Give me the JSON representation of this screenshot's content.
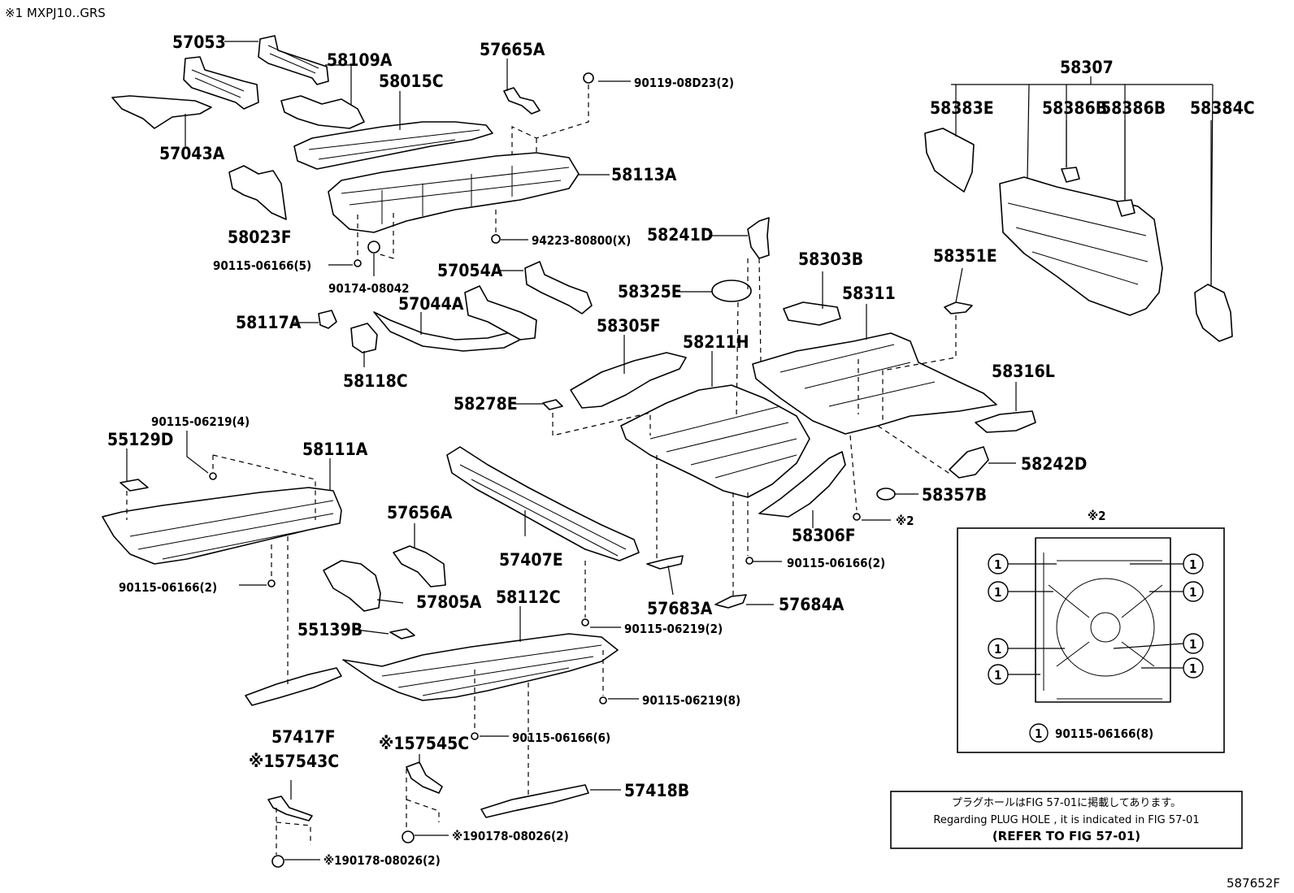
{
  "header": {
    "note": "※1 MXPJ10..GRS"
  },
  "footer": {
    "figure_code": "587652F"
  },
  "parts": {
    "p57053": "57053",
    "p58109A": "58109A",
    "p58015C": "58015C",
    "p57665A": "57665A",
    "p90119_08D23": "90119-08D23(2)",
    "p57043A": "57043A",
    "p58113A": "58113A",
    "p58023F": "58023F",
    "p94223": "94223-80800(X)",
    "p90115_06166_5": "90115-06166(5)",
    "p90174": "90174-08042",
    "p57054A": "57054A",
    "p57044A": "57044A",
    "p58117A": "58117A",
    "p58118C": "58118C",
    "p58241D": "58241D",
    "p58325E": "58325E",
    "p58303B": "58303B",
    "p58311": "58311",
    "p58351E": "58351E",
    "p58305F": "58305F",
    "p58211H": "58211H",
    "p58278E": "58278E",
    "p58316L": "58316L",
    "p58307": "58307",
    "p58383E": "58383E",
    "p58386B_1": "58386B",
    "p58386B_2": "58386B",
    "p58384C": "58384C",
    "p90115_06219_4": "90115-06219(4)",
    "p55129D": "55129D",
    "p58111A": "58111A",
    "p57656A": "57656A",
    "p58242D": "58242D",
    "p58357B": "58357B",
    "p57407E": "57407E",
    "p58306F": "58306F",
    "p90115_06166_2a": "90115-06166(2)",
    "p90115_06166_2b": "90115-06166(2)",
    "p57805A": "57805A",
    "p57683A": "57683A",
    "p57684A": "57684A",
    "p58112C": "58112C",
    "p55139B": "55139B",
    "p90115_06219_2": "90115-06219(2)",
    "p90115_06219_8": "90115-06219(8)",
    "p57417F": "57417F",
    "p90115_06166_6": "90115-06166(6)",
    "p57545C": "※157545C",
    "p57543C": "※157543C",
    "p57418B": "57418B",
    "p90178_a": "※190178-08026(2)",
    "p90178_b": "※190178-08026(2)",
    "ref2_mark": "※2"
  },
  "inset": {
    "title": "※2",
    "callout": "1",
    "legend_num": "1",
    "legend_text": "90115-06166(8)"
  },
  "notice": {
    "line_jp": "プラグホールはFIG 57-01に掲載してあります。",
    "line_en": "Regarding PLUG HOLE , it is indicated in FIG 57-01",
    "line_ref": "(REFER TO FIG 57-01)"
  }
}
